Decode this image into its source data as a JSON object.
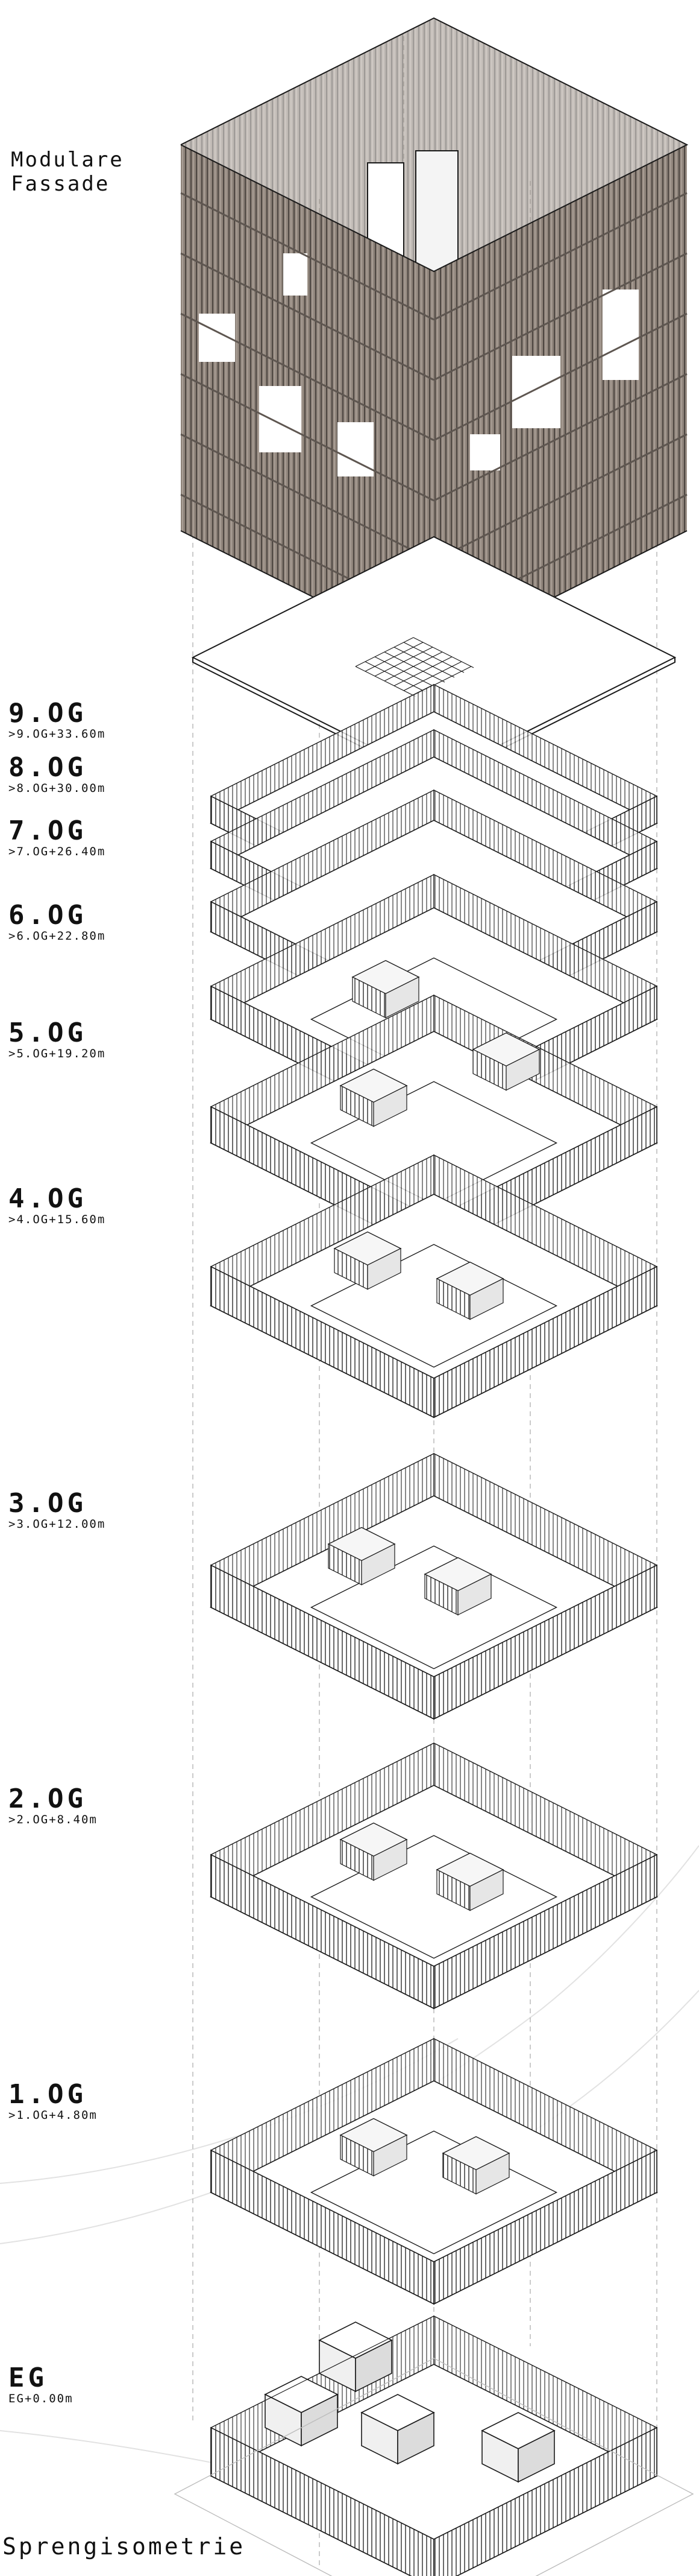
{
  "facade_label": "Modulare\nFassade",
  "levels": [
    {
      "name": "9.OG",
      "elevation": ">9.OG+33.60m"
    },
    {
      "name": "8.OG",
      "elevation": ">8.OG+30.00m"
    },
    {
      "name": "7.OG",
      "elevation": ">7.OG+26.40m"
    },
    {
      "name": "6.OG",
      "elevation": ">6.OG+22.80m"
    },
    {
      "name": "5.OG",
      "elevation": ">5.OG+19.20m"
    },
    {
      "name": "4.OG",
      "elevation": ">4.OG+15.60m"
    },
    {
      "name": "3.OG",
      "elevation": ">3.OG+12.00m"
    },
    {
      "name": "2.OG",
      "elevation": ">2.OG+8.40m"
    },
    {
      "name": "1.OG",
      "elevation": ">1.OG+4.80m"
    },
    {
      "name": "EG",
      "elevation": "EG+0.00m"
    }
  ],
  "caption": "Sprengisometrie",
  "colors": {
    "facade": "#8f847b",
    "facade_dark": "#5e5650",
    "line": "#1a1a1a",
    "shadow": "#d9d9d9",
    "guide": "#9a9a9a"
  }
}
